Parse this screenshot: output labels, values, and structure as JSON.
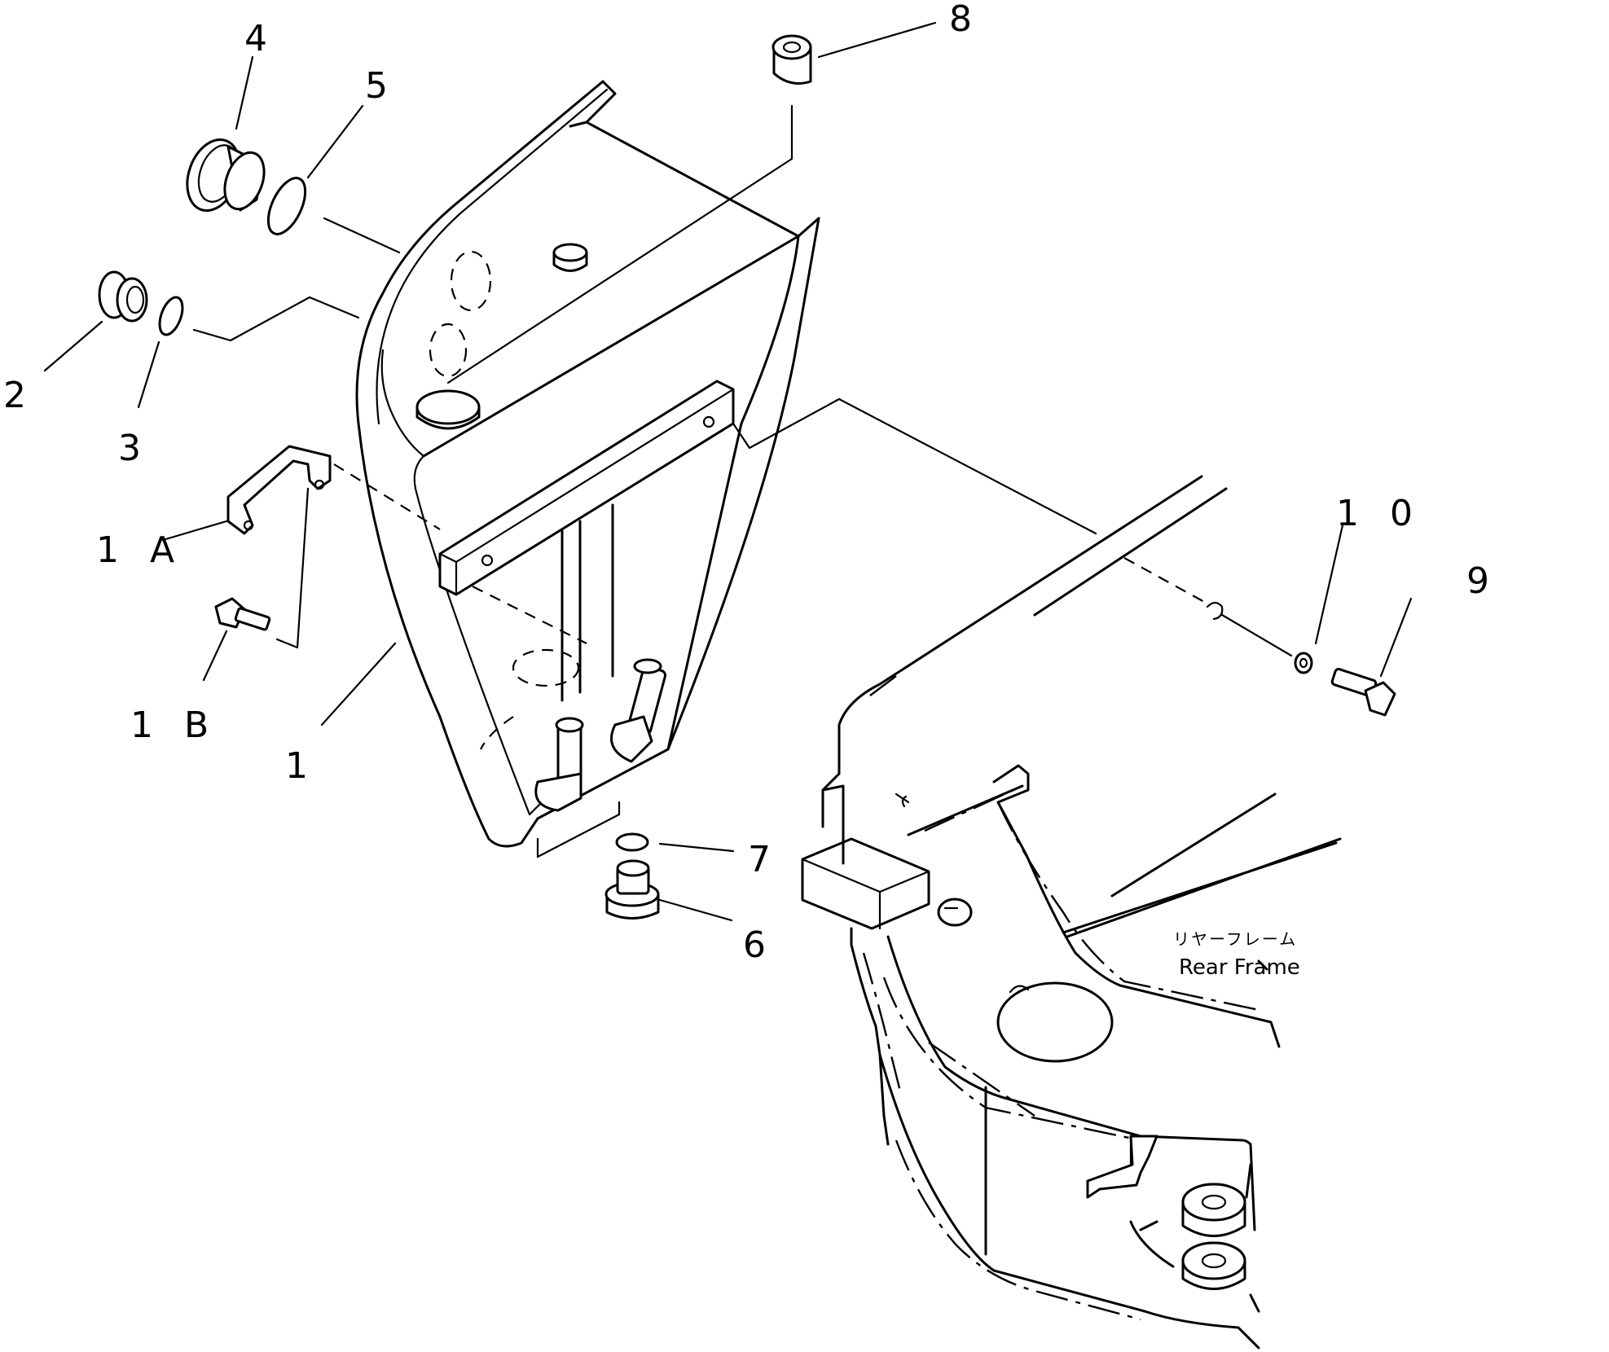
{
  "labels": {
    "p1": "1",
    "p1a": "1 A",
    "p1b": "1 B",
    "p2": "2",
    "p3": "3",
    "p4": "4",
    "p5": "5",
    "p6": "6",
    "p7": "7",
    "p8": "8",
    "p9": "9",
    "p10": "1 0"
  },
  "caption": {
    "japanese": "リヤーフレーム",
    "english": "Rear Frame"
  }
}
